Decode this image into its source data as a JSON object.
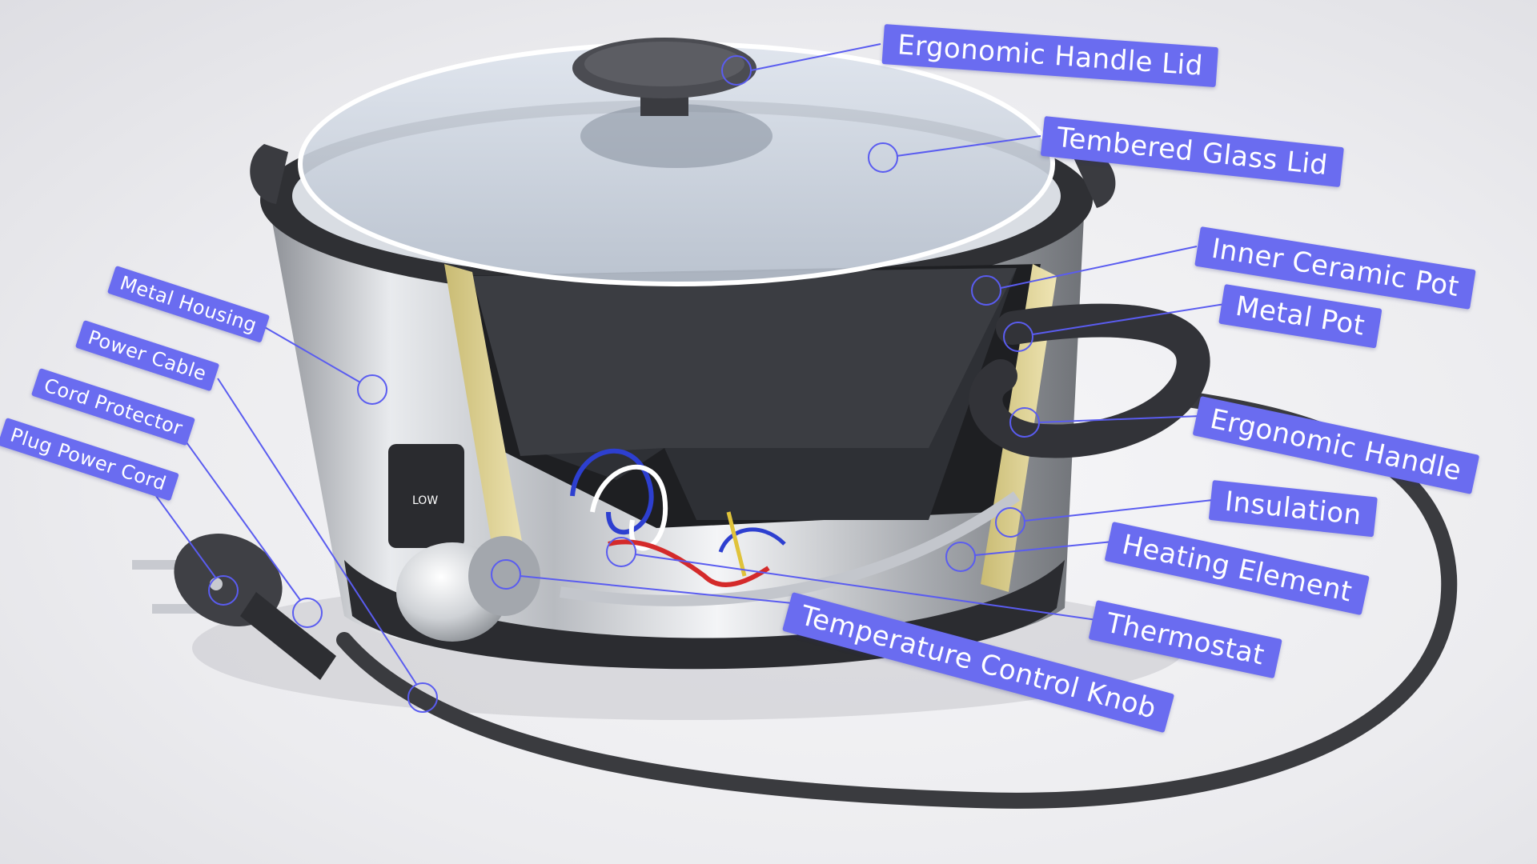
{
  "colors": {
    "label_bg": "#6a6cf0",
    "label_text": "#ffffff",
    "leader_line": "#5a5cf0"
  },
  "labels": {
    "ergonomic_handle_lid": "Ergonomic Handle Lid",
    "tempered_glass_lid": "Tembered Glass Lid",
    "inner_ceramic_pot": "Inner Ceramic Pot",
    "metal_pot": "Metal Pot",
    "ergonomic_handle": "Ergonomic Handle",
    "insulation": "Insulation",
    "heating_element": "Heating Element",
    "thermostat": "Thermostat",
    "temperature_control_knob": "Temperature Control  Knob",
    "metal_housing": "Metal Housing",
    "power_cable": "Power Cable",
    "cord_protector": "Cord Protector",
    "plug_power_cord": "Plug Power Cord"
  },
  "knob": {
    "marking_low": "LOW"
  }
}
